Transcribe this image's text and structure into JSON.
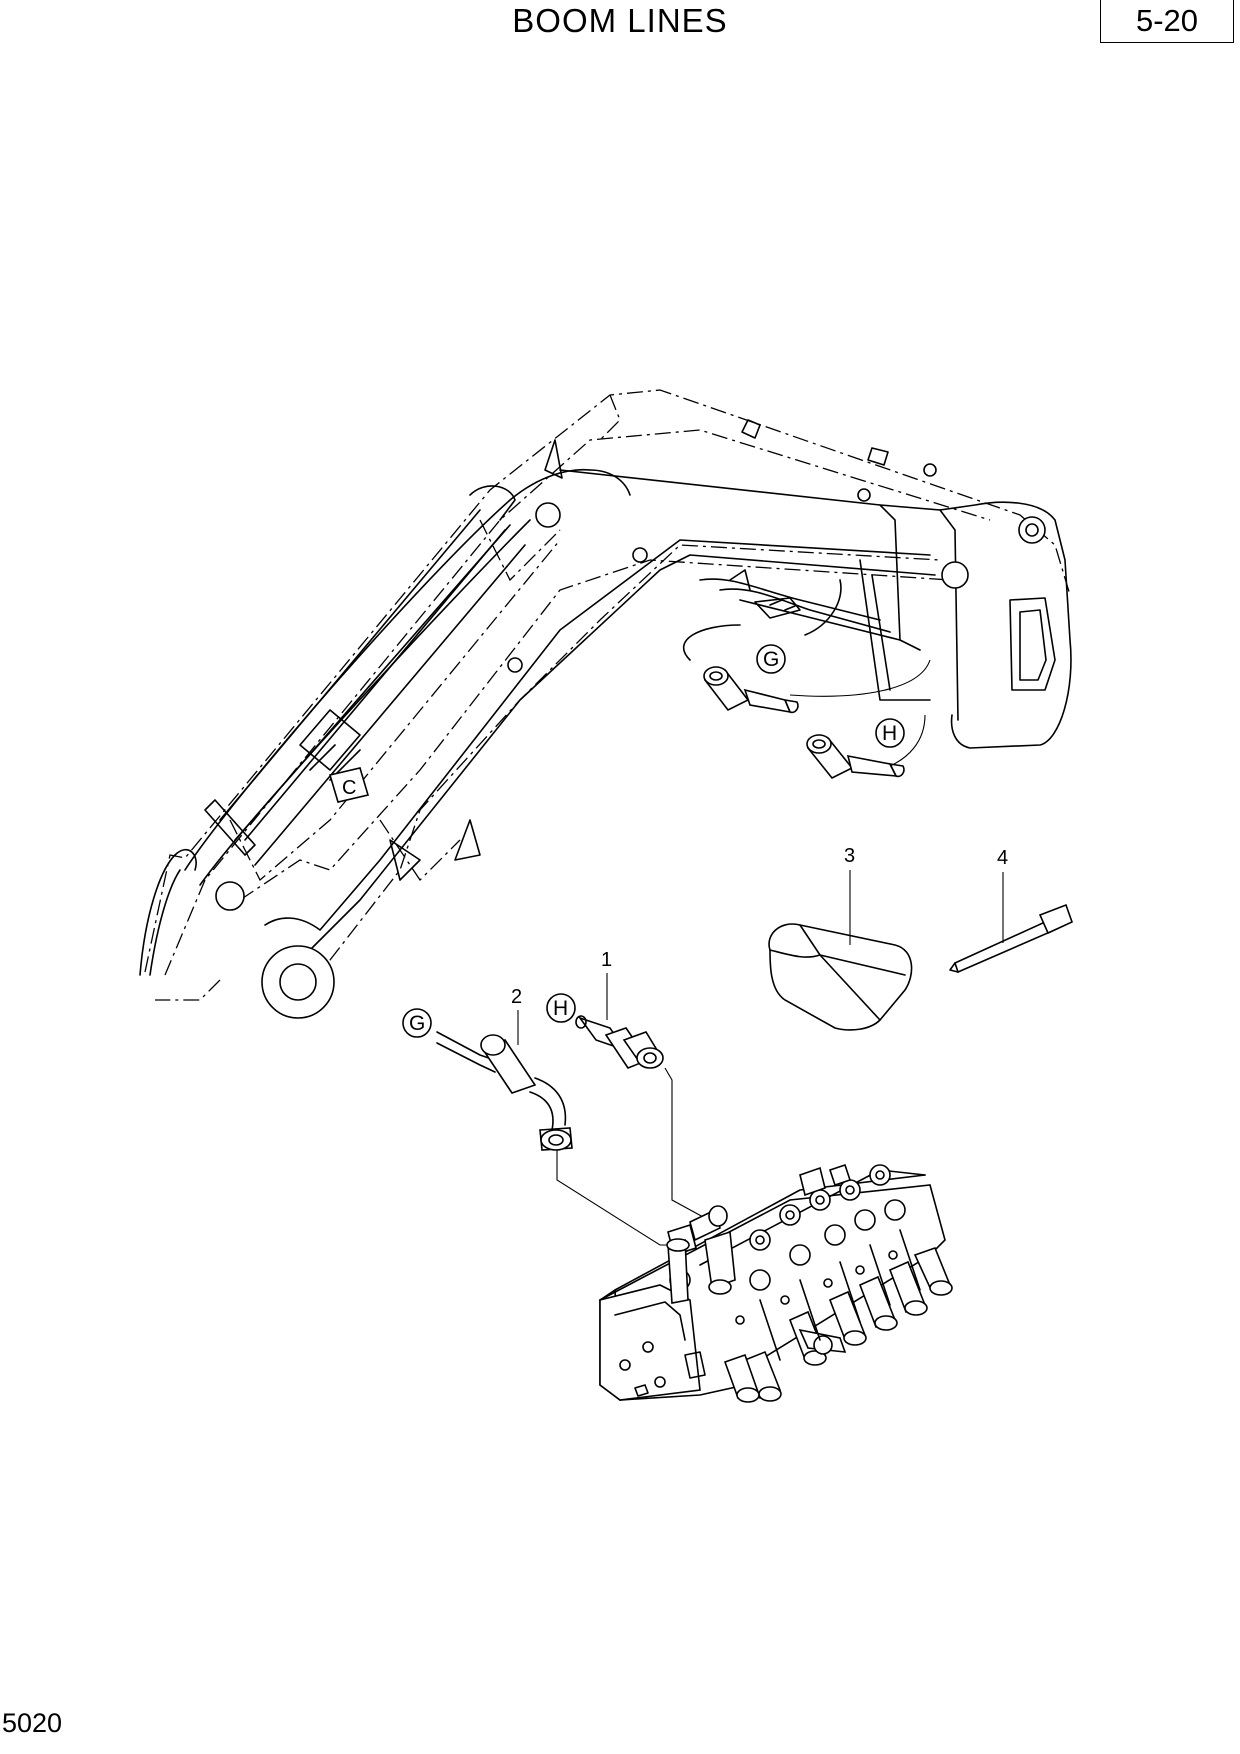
{
  "header": {
    "title": "BOOM LINES",
    "page_number": "5-20"
  },
  "footer": {
    "document_code": "5020"
  },
  "callouts": {
    "g": "G",
    "h": "H"
  },
  "part_numbers": [
    "1",
    "2",
    "3",
    "4"
  ],
  "marker_c": "C"
}
